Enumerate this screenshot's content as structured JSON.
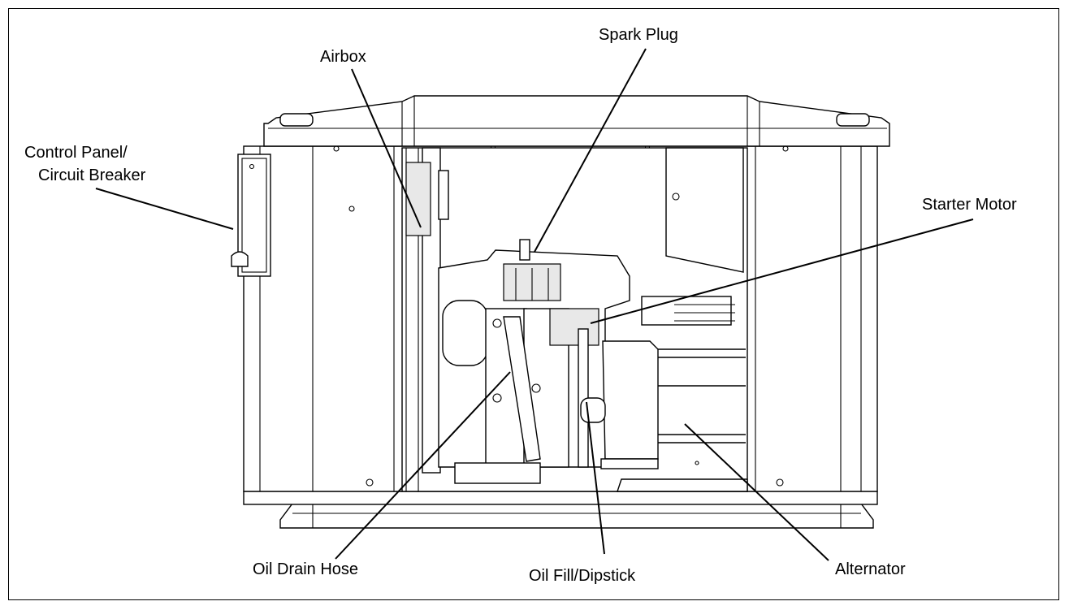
{
  "labels": {
    "spark_plug": "Spark Plug",
    "airbox": "Airbox",
    "control_panel_1": "Control Panel/",
    "control_panel_2": "Circuit Breaker",
    "starter_motor": "Starter Motor",
    "oil_drain_hose": "Oil Drain Hose",
    "oil_fill": "Oil Fill/Dipstick",
    "alternator": "Alternator"
  }
}
